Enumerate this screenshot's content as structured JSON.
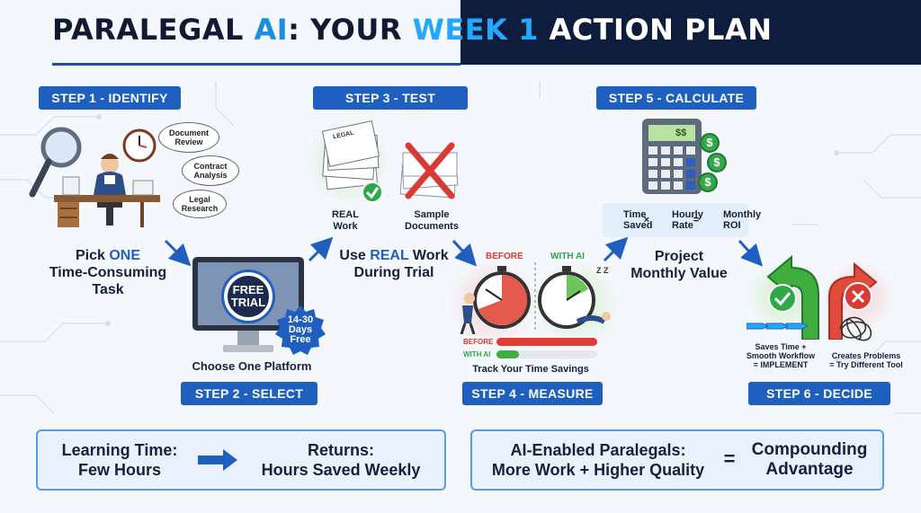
{
  "title": {
    "part1": "PARALEGAL ",
    "part2": "AI",
    "part3": ": YOUR ",
    "part4": "WEEK 1",
    "part5": " ACTION PLAN"
  },
  "steps": {
    "s1": {
      "badge": "STEP 1 - IDENTIFY",
      "caption_a": "Pick ",
      "caption_accent": "ONE",
      "caption_b": "Time-Consuming",
      "caption_c": "Task",
      "bubbles": [
        "Document Review",
        "Contract Analysis",
        "Legal Research"
      ]
    },
    "s2": {
      "badge": "STEP 2 - SELECT",
      "screen_badge_l1": "FREE",
      "screen_badge_l2": "TRIAL",
      "seal_l1": "14-30",
      "seal_l2": "Days",
      "seal_l3": "Free",
      "caption": "Choose One Platform"
    },
    "s3": {
      "badge": "STEP 3 - TEST",
      "paper_label": "LEGAL",
      "real_l1": "REAL",
      "real_l2": "Work",
      "sample_l1": "Sample",
      "sample_l2": "Documents",
      "caption_a": "Use ",
      "caption_accent": "REAL",
      "caption_b": " Work",
      "caption_c": "During Trial"
    },
    "s4": {
      "badge": "STEP 4 - MEASURE",
      "before": "BEFORE",
      "with_ai": "WITH AI",
      "zz": "Z Z",
      "bar_before": "BEFORE",
      "bar_with_ai": "WITH AI",
      "caption": "Track Your Time Savings",
      "bar_before_fill": 1.0,
      "bar_with_ai_fill": 0.22
    },
    "s5": {
      "badge": "STEP 5 - CALCULATE",
      "calc_display": "$$",
      "dollar": "$",
      "f_time_l1": "Time",
      "f_time_l2": "Saved",
      "f_times": "×",
      "f_rate_l1": "Hourly",
      "f_rate_l2": "Rate",
      "f_eq": "=",
      "f_roi_l1": "Monthly",
      "f_roi_l2": "ROI",
      "caption_l1": "Project",
      "caption_l2": "Monthly Value"
    },
    "s6": {
      "badge": "STEP 6 - DECIDE",
      "yes_l1": "Saves Time +",
      "yes_l2": "Smooth Workflow",
      "yes_l3": "= IMPLEMENT",
      "no_l1": "Creates Problems",
      "no_l2": "= Try Different Tool"
    }
  },
  "bottom": {
    "left": {
      "a_l1": "Learning Time:",
      "a_l2": "Few Hours",
      "b_l1": "Returns:",
      "b_l2": "Hours Saved Weekly"
    },
    "right": {
      "a_l1": "AI-Enabled Paralegals:",
      "a_l2": "More Work + Higher Quality",
      "eq": "=",
      "b_l1": "Compounding",
      "b_l2": "Advantage"
    }
  },
  "colors": {
    "dark_navy": "#0f1d3d",
    "badge_blue": "#1f5fbf",
    "accent_blue": "#1a8fe0",
    "green": "#2fa84a",
    "red": "#d93a34"
  }
}
